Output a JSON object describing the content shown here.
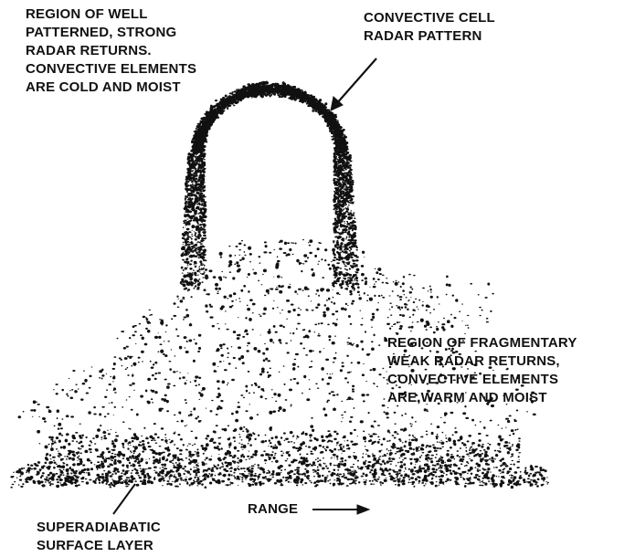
{
  "labels": {
    "well_region": [
      "REGION OF WELL",
      "PATTERNED, STRONG",
      "RADAR RETURNS.",
      "CONVECTIVE ELEMENTS",
      "ARE COLD AND MOIST"
    ],
    "convective_cell": [
      "CONVECTIVE CELL",
      "RADAR PATTERN"
    ],
    "fragmentary_region": [
      "REGION OF FRAGMENTARY",
      "WEAK RADAR RETURNS,",
      "CONVECTIVE ELEMENTS",
      "ARE,WARM AND MOIST"
    ],
    "surface_layer": [
      "SUPERADIABATIC",
      "SURFACE LAYER"
    ],
    "range": "RANGE"
  },
  "colors": {
    "ink": "#111111",
    "background": "#ffffff"
  }
}
